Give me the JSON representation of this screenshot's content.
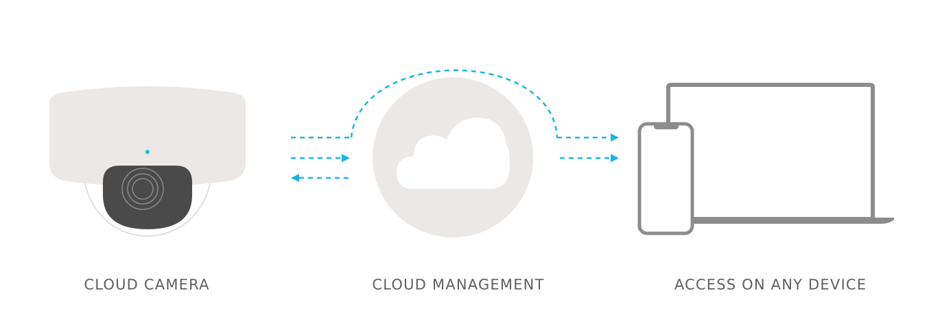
{
  "captions": {
    "camera": "CLOUD CAMERA",
    "cloud": "CLOUD MANAGEMENT",
    "devices": "ACCESS ON ANY DEVICE"
  },
  "colors": {
    "accent": "#1ab4e6",
    "shape_fill": "#ece8e6",
    "camera_lens": "#4a4a4a",
    "device_stroke": "#8c8c8c",
    "caption_text": "#5f5f5f"
  },
  "icons": [
    "dome-camera-icon",
    "cloud-icon",
    "smartphone-icon",
    "laptop-icon"
  ]
}
